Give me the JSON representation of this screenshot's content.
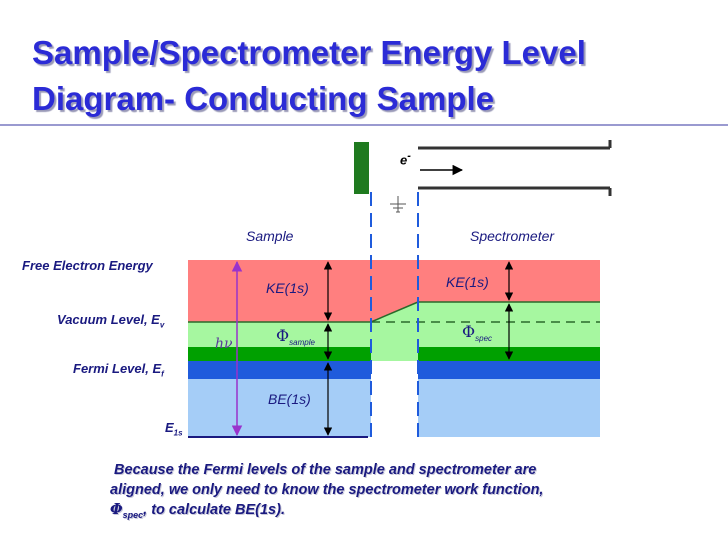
{
  "title_line1": "Sample/Spectrometer Energy Level",
  "title_line2": "Diagram- Conducting Sample",
  "electron_label": "e",
  "electron_sup": "-",
  "sample_label": "Sample",
  "spectrometer_label": "Spectrometer",
  "levels": {
    "free_electron": "Free Electron Energy",
    "vacuum": "Vacuum Level, E",
    "vacuum_sub": "v",
    "fermi": "Fermi Level, E",
    "fermi_sub": "f",
    "e1s": "E",
    "e1s_sub": "1s"
  },
  "sample_ke": "KE(1s)",
  "spec_ke": "KE(1s)",
  "phi_symbol": "Φ",
  "phi_sample_sub": "sample",
  "phi_spec_sub": "spec",
  "hv": "hν",
  "be_label": "BE(1s)",
  "caption": {
    "line1": "Because the Fermi levels of the sample and spectrometer are",
    "line2": "aligned, we only need to know the spectrometer work function,",
    "phi": "Φ",
    "phi_sub": "spec",
    "line3_rest": ",  to calculate BE(1s)."
  },
  "colors": {
    "title": "#2b2bd6",
    "free_region": "#ff7f7f",
    "vacuum_region": "#a6f7a0",
    "fermi_green": "#00a000",
    "fermi_blue": "#1f5bdc",
    "core_region": "#a5cdf7",
    "text": "#1a1a80"
  }
}
